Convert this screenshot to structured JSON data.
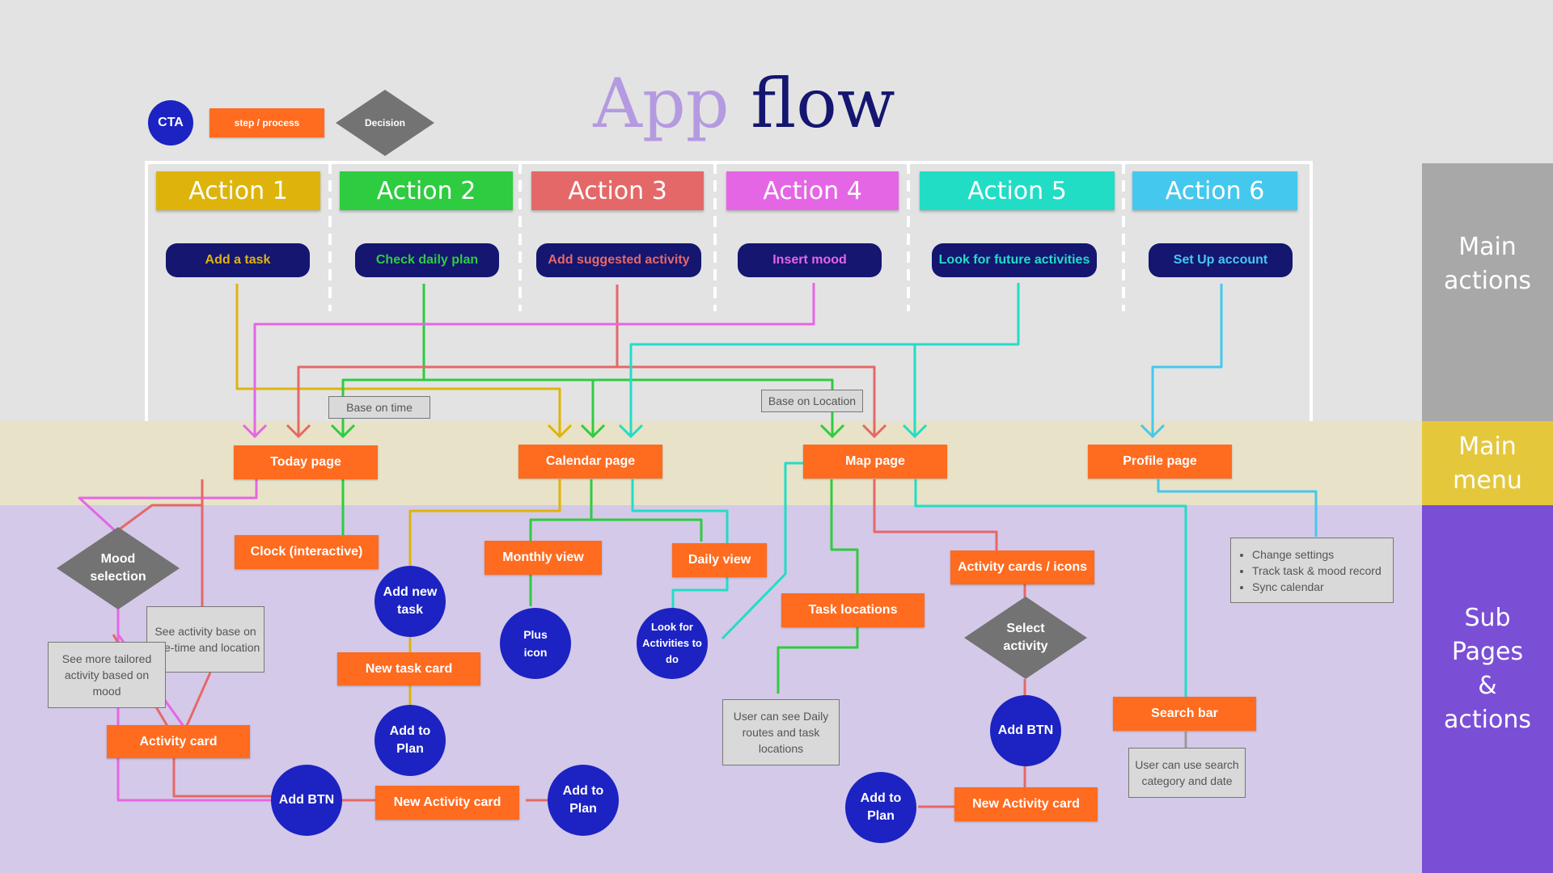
{
  "title": {
    "part1": "App",
    "part2": "flow"
  },
  "legend": {
    "cta": "CTA",
    "step": "step / process",
    "decision": "Decision"
  },
  "sections": {
    "main_actions": [
      "Main",
      "actions"
    ],
    "main_menu": [
      "Main",
      "menu"
    ],
    "sub_pages": [
      "Sub",
      "Pages",
      "&",
      "actions"
    ]
  },
  "actions": [
    {
      "label": "Action 1",
      "cta": "Add a task",
      "color": "#deb40c"
    },
    {
      "label": "Action 2",
      "cta": "Check daily plan",
      "color": "#2ecc40"
    },
    {
      "label": "Action 3",
      "cta": "Add suggested activity",
      "color": "#e56868"
    },
    {
      "label": "Action 4",
      "cta": "Insert mood",
      "color": "#e566e5"
    },
    {
      "label": "Action 5",
      "cta": "Look for future activities",
      "color": "#22ddc6"
    },
    {
      "label": "Action 6",
      "cta": "Set Up account",
      "color": "#45c8ee"
    }
  ],
  "notes": {
    "base_on_time": "Base on time",
    "base_on_location": "Base on Location",
    "activity_free_time": "See activity base on free-time and location",
    "tailored_mood": "See more tailored activity based on mood",
    "daily_routes": "User can see Daily routes and task locations",
    "search_category": "User can use search category and date",
    "settings": [
      "Change settings",
      "Track task & mood record",
      "Sync calendar"
    ]
  },
  "main_pages": {
    "today": "Today page",
    "calendar": "Calendar page",
    "map": "Map page",
    "profile": "Profile page"
  },
  "steps": {
    "clock": "Clock (interactive)",
    "monthly": "Monthly view",
    "daily": "Daily view",
    "new_task_card": "New task card",
    "activity_card": "Activity card",
    "new_activity_card_1": "New Activity card",
    "new_activity_card_2": "New Activity card",
    "task_locations": "Task locations",
    "activity_cards_icons": "Activity cards / icons",
    "search_bar": "Search bar"
  },
  "decisions": {
    "mood": "Mood selection",
    "select_activity": "Select activity"
  },
  "ctas": {
    "add_new_task": "Add new task",
    "plus_icon": "Plus icon",
    "look_for": "Look for Activities to do",
    "add_to_plan_1": "Add to Plan",
    "add_btn_1": "Add BTN",
    "add_to_plan_2": "Add to Plan",
    "add_btn_2": "Add BTN",
    "add_to_plan_3": "Add to Plan"
  },
  "colors": {
    "title_light": "#b49ae0",
    "title_dark": "#141670",
    "step": "#ff6b1f",
    "cta": "#1c23c2",
    "cta_pill": "#141670",
    "decision": "#737373",
    "main_menu_band": "#e8e2c8",
    "sub_band": "#d4c9e8",
    "right_gray": "#a8a8a8",
    "right_yellow": "#e5c73c",
    "right_purple": "#7a4fd6"
  }
}
